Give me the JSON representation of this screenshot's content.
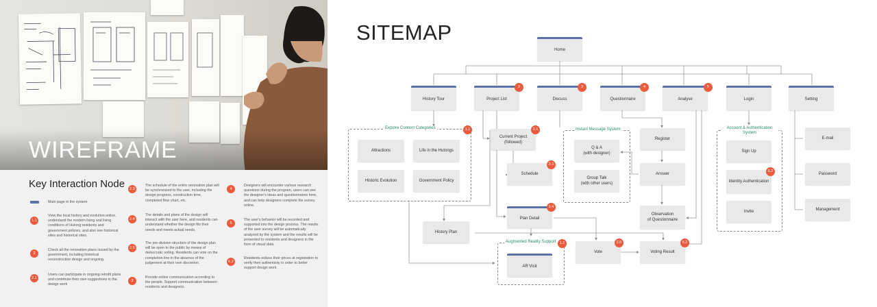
{
  "left_panel": {
    "heading": "WIREFRAME",
    "key_title": "Key Interaction Node",
    "legend": [
      {
        "badge": "",
        "text": "Main page in the system"
      },
      {
        "badge": "1.1",
        "text": "View the local history and evolution online, understand the modern living and living conditions of Hutong residents and government policies, and also see historical sites and historical sites."
      },
      {
        "badge": "2",
        "text": "Check all the renovation plans issued by the government, including historical reconstruction design and ongoing."
      },
      {
        "badge": "2.1",
        "text": "Users can participate in ongoing retrofit plans and contribute their own suggestions in the design work"
      },
      {
        "badge": "2.3",
        "text": "The schedule of the entire renovation plan will be synchronized to the user, including the design progress, construction time, completed flow chart, etc."
      },
      {
        "badge": "2.4",
        "text": "The details and plans of the design will interact with the user here, and residents can understand whether the design fits their needs and meets actual needs."
      },
      {
        "badge": "2.5",
        "text": "The pre-division structure of the design plan will be open to the public by means of democratic voting. Residents can vote on the completion line in the absence of the judgement at their own discretion."
      },
      {
        "badge": "3",
        "text": "Provide online communication according to the people. Support communication between residents and designers."
      },
      {
        "badge": "4",
        "text": "Designers will encounter various research questions during the program, users can see the designer's ideas and questionnaires here, and can help designers complete the survey online."
      },
      {
        "badge": "5",
        "text": "The user's behavior will be recorded and supported into the design process. The results of the user survey will be automatically analyzed by the system and the results will be presented to residents and designers in the form of visual data."
      },
      {
        "badge": "6.2",
        "text": "Residents reduce their prices at registration to verify their authenticity in order to better support design work."
      }
    ]
  },
  "sitemap": {
    "title": "SITEMAP",
    "home": "Home",
    "top_nodes": [
      {
        "label": "History Tour",
        "badge": ""
      },
      {
        "label": "Project List",
        "badge": "2"
      },
      {
        "label": "Discuss",
        "badge": "3"
      },
      {
        "label": "Questionnaire",
        "badge": "4"
      },
      {
        "label": "Analyse",
        "badge": "5"
      },
      {
        "label": "Login",
        "badge": ""
      },
      {
        "label": "Setting",
        "badge": ""
      }
    ],
    "groups": {
      "explore": {
        "label": "Explore Content Categories",
        "badge": "1.1",
        "items": [
          "Attractions",
          "Life in the Hutongs",
          "Historic Evolution",
          "Government Policy"
        ]
      },
      "im": {
        "label": "Instant Message System",
        "items": [
          "Q & A\n(with designer)",
          "Group Talk\n(with other users)"
        ]
      },
      "account": {
        "label": "Account & Authentication System",
        "items": [
          "Sign Up",
          "Identity Authentication",
          "Invite"
        ],
        "badge": "6.2"
      },
      "ar": {
        "label": "Augmented Reality Support",
        "badge": "1.2",
        "items": [
          "AR Visit"
        ]
      }
    },
    "project": {
      "current": "Current Project\n(followed)",
      "current_badge": "2.1",
      "schedule": "Schedule",
      "schedule_badge": "2.3",
      "plan_detail": "Plan Detail",
      "plan_detail_badge": "2.4",
      "history_plan": "History Plan",
      "vote": "Vote",
      "vote_badge": "2.5",
      "voting_result": "Voting Result",
      "voting_result_badge": "5.2"
    },
    "questionnaire": {
      "register": "Register",
      "answer": "Answer",
      "observation": "Observation\nof Questionnaire"
    },
    "setting": {
      "items": [
        "E-mail",
        "Password",
        "Management"
      ]
    }
  }
}
